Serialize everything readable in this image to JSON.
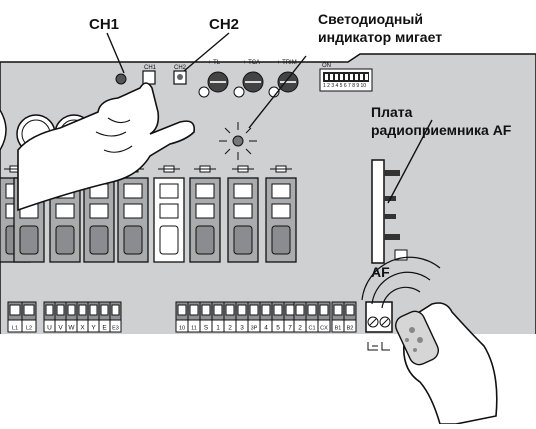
{
  "callouts": {
    "ch1": "CH1",
    "ch2": "CH2",
    "led_line1": "Светодиодный",
    "led_line2": "индикатор мигает",
    "board_line1": "Плата",
    "board_line2": "радиоприемника AF",
    "af": "AF"
  },
  "board_marks": {
    "ch1_small": "CH1",
    "ch2_small": "CH2",
    "trim_tl": "+ TL –",
    "trim_tca": "+ TCA –",
    "trim_trm": "+ TRIM –",
    "dip_on": "ON",
    "dip_numbers": "1 2 3 4 5 6 7 8 9 10"
  },
  "terminals": {
    "block_a": [
      "L1",
      "L2"
    ],
    "block_b": [
      "U",
      "V",
      "W",
      "X",
      "Y",
      "E",
      "E3"
    ],
    "block_c": [
      "10",
      "11",
      "S",
      "1",
      "2",
      "3",
      "3P",
      "4",
      "5",
      "7"
    ],
    "block_d": [
      "2",
      "C1",
      "CX"
    ],
    "block_e": [
      "B1",
      "B2"
    ]
  },
  "colors": {
    "board": "#cfd0d2",
    "outline": "#111111",
    "relay": "#a9abad",
    "terminal": "#8f9194",
    "white": "#ffffff"
  }
}
